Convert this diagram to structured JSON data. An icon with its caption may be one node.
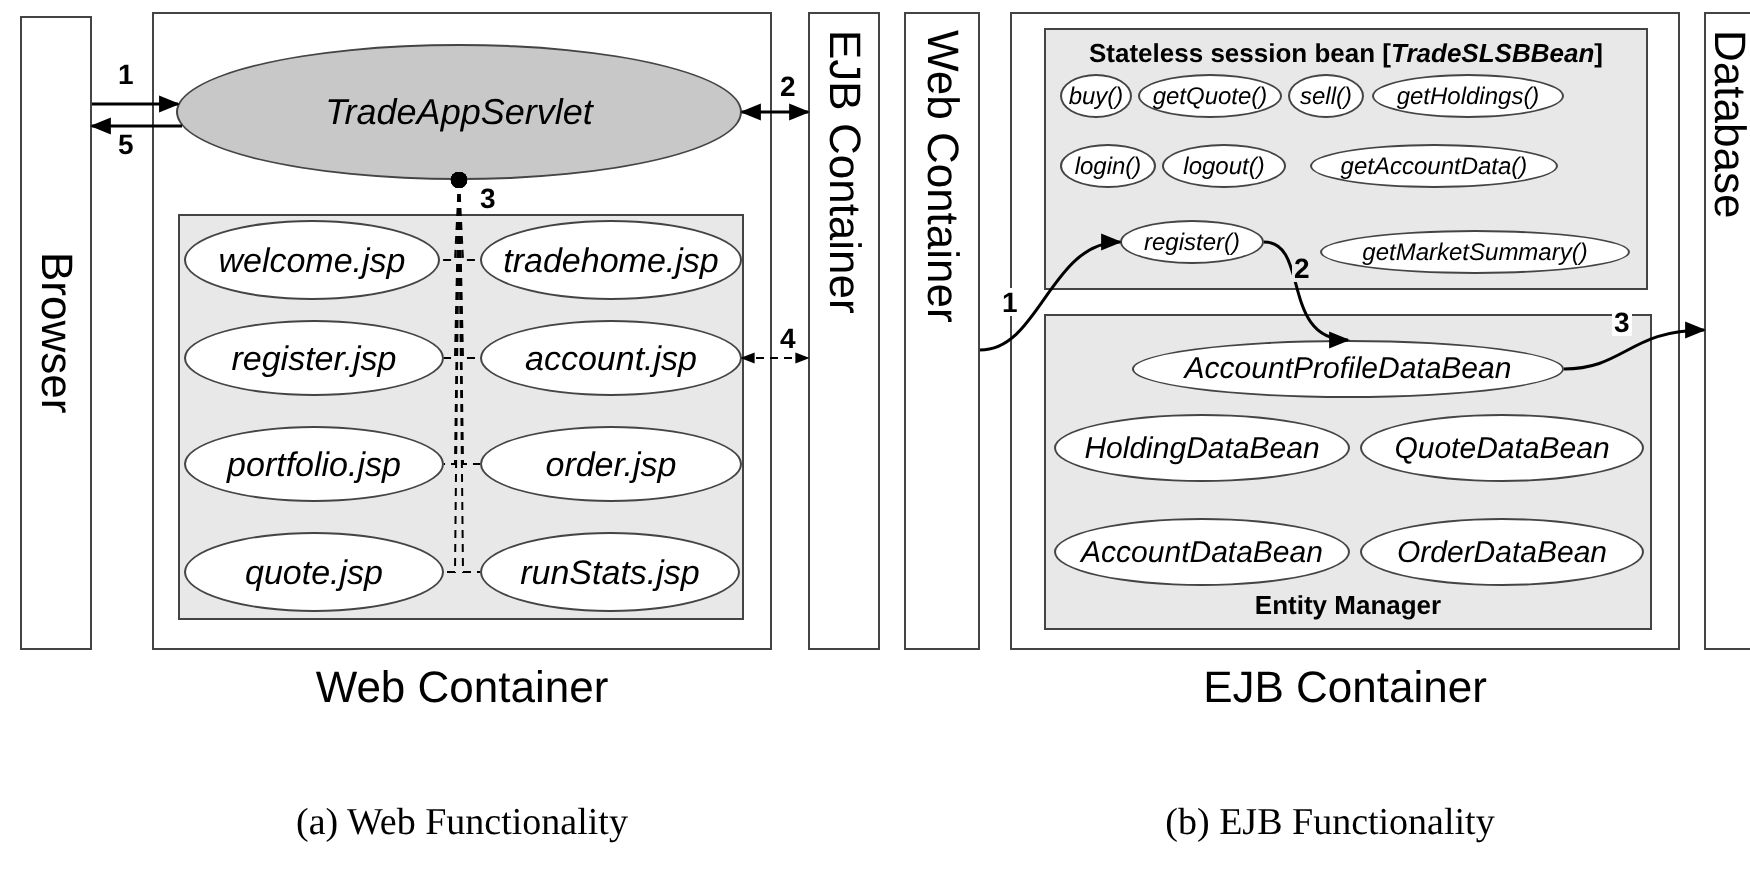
{
  "diagram": {
    "nodes": [
      {
        "text": [
          "Browser"
        ]
      },
      {
        "text": [
          "Web Container"
        ]
      },
      {
        "text": [
          "TradeAppServlet"
        ],
        "in": 1
      },
      {
        "text": [],
        "shape": "box",
        "in": 1
      },
      {
        "text": [
          "welcome.jsp"
        ],
        "in": 3
      },
      {
        "text": [
          "tradehome.jsp"
        ],
        "in": 3
      },
      {
        "text": [
          "register.jsp"
        ],
        "in": 3
      },
      {
        "text": [
          "account.jsp"
        ],
        "in": 3
      },
      {
        "text": [
          "portfolio.jsp"
        ],
        "in": 3
      },
      {
        "text": [
          "order.jsp"
        ],
        "in": 3
      },
      {
        "text": [
          "quote.jsp"
        ],
        "in": 3
      },
      {
        "text": [
          "runStats.jsp"
        ],
        "in": 3
      },
      {
        "text": [
          "EJB Container"
        ]
      },
      {
        "text": [
          "Web Container"
        ]
      },
      {
        "text": [
          "EJB Container"
        ]
      },
      {
        "text": [
          "Stateless session bean [*TradeSLSBBean*]"
        ],
        "in": 14
      },
      {
        "text": [
          "buy()"
        ],
        "in": 15
      },
      {
        "text": [
          "getQuote()"
        ],
        "in": 15
      },
      {
        "text": [
          "sell()"
        ],
        "in": 15
      },
      {
        "text": [
          "getHoldings()"
        ],
        "in": 15
      },
      {
        "text": [
          "login()"
        ],
        "in": 15
      },
      {
        "text": [
          "logout()"
        ],
        "in": 15
      },
      {
        "text": [
          "getAccountData()"
        ],
        "in": 15
      },
      {
        "text": [
          "register()"
        ],
        "in": 15
      },
      {
        "text": [
          "getMarketSummary()"
        ],
        "in": 15
      },
      {
        "text": [
          "Entity Manager"
        ],
        "in": 14
      },
      {
        "text": [
          "AccountProfileDataBean"
        ],
        "in": 25
      },
      {
        "text": [
          "HoldingDataBean"
        ],
        "in": 25
      },
      {
        "text": [
          "QuoteDataBean"
        ],
        "in": 25
      },
      {
        "text": [
          "AccountDataBean"
        ],
        "in": 25
      },
      {
        "text": [
          "OrderDataBean"
        ],
        "in": 25
      },
      {
        "text": [
          "Database"
        ]
      }
    ],
    "edges": [
      {
        "from": 0,
        "to": 2,
        "arrow": "to",
        "label": "1"
      },
      {
        "from": 2,
        "to": 0,
        "arrow": "to",
        "label": "5"
      },
      {
        "from": 2,
        "to": 12,
        "arrow": "both",
        "label": "2"
      },
      {
        "from": 2,
        "to": 4,
        "arrow": "other",
        "style": "dashed",
        "label": "3"
      },
      {
        "from": 2,
        "to": 5,
        "arrow": "other",
        "style": "dashed"
      },
      {
        "from": 2,
        "to": 6,
        "arrow": "other",
        "style": "dashed"
      },
      {
        "from": 2,
        "to": 7,
        "arrow": "other",
        "style": "dashed"
      },
      {
        "from": 2,
        "to": 8,
        "arrow": "other",
        "style": "dashed"
      },
      {
        "from": 2,
        "to": 9,
        "arrow": "other",
        "style": "dashed"
      },
      {
        "from": 2,
        "to": 10,
        "arrow": "other",
        "style": "dashed"
      },
      {
        "from": 2,
        "to": 11,
        "arrow": "other",
        "style": "dashed"
      },
      {
        "from": 7,
        "to": 12,
        "arrow": "both",
        "style": "dashed",
        "label": "4"
      },
      {
        "from": 13,
        "to": 23,
        "arrow": "to",
        "label": "1"
      },
      {
        "from": 23,
        "to": 26,
        "arrow": "to",
        "label": "2"
      },
      {
        "from": 26,
        "to": 31,
        "arrow": "to",
        "label": "3"
      }
    ],
    "labels": [
      "(a) Web Functionality",
      "(b) EJB Functionality"
    ]
  }
}
